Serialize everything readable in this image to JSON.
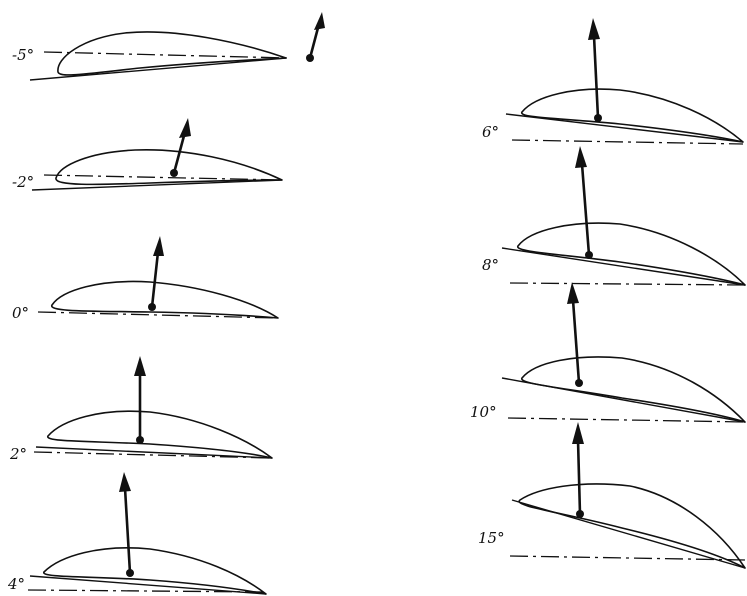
{
  "diagram": {
    "profiles": [
      {
        "angle_label": "-5°"
      },
      {
        "angle_label": "-2°"
      },
      {
        "angle_label": "0°"
      },
      {
        "angle_label": "2°"
      },
      {
        "angle_label": "4°"
      },
      {
        "angle_label": "6°"
      },
      {
        "angle_label": "8°"
      },
      {
        "angle_label": "10°"
      },
      {
        "angle_label": "15°"
      }
    ]
  }
}
